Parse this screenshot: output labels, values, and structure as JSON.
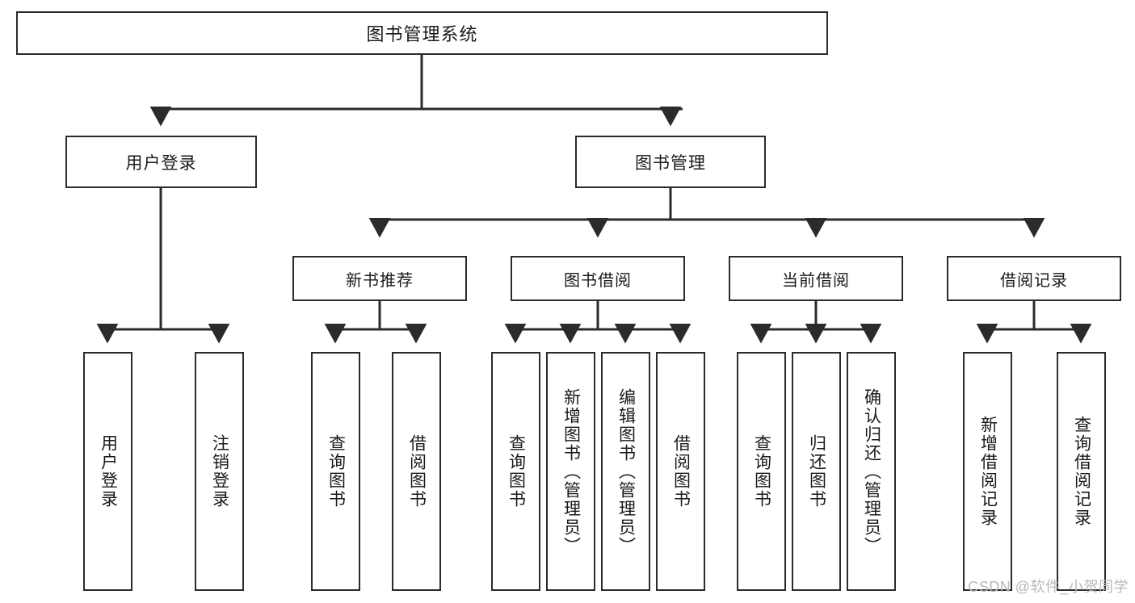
{
  "diagram": {
    "type": "hierarchy-tree",
    "title": "图书管理系统",
    "watermark": "CSDN @软件_小贺同学",
    "colors": {
      "box_border": "#2b2b2b",
      "box_fill": "#ffffff",
      "connector": "#2b2b2b",
      "text": "#1a1a1a",
      "watermark": "#b9b9b9"
    },
    "root": {
      "label": "图书管理系统"
    },
    "level2": [
      {
        "id": "user-login",
        "label": "用户登录"
      },
      {
        "id": "book-management",
        "label": "图书管理"
      }
    ],
    "level3": [
      {
        "id": "new-book-recommend",
        "label": "新书推荐"
      },
      {
        "id": "book-borrow",
        "label": "图书借阅"
      },
      {
        "id": "current-borrow",
        "label": "当前借阅"
      },
      {
        "id": "borrow-record",
        "label": "借阅记录"
      }
    ],
    "leaves": {
      "user_login": [
        {
          "id": "leaf-user-login",
          "label": "用户登录"
        },
        {
          "id": "leaf-logout-login",
          "label": "注销登录"
        }
      ],
      "new_book_recommend": [
        {
          "id": "leaf-query-book-1",
          "label": "查询图书"
        },
        {
          "id": "leaf-borrow-book-1",
          "label": "借阅图书"
        }
      ],
      "book_borrow": [
        {
          "id": "leaf-query-book-2",
          "label": "查询图书"
        },
        {
          "id": "leaf-add-book",
          "label": "新增图书（管理员）"
        },
        {
          "id": "leaf-edit-book",
          "label": "编辑图书（管理员）"
        },
        {
          "id": "leaf-borrow-book-2",
          "label": "借阅图书"
        }
      ],
      "current_borrow": [
        {
          "id": "leaf-query-book-3",
          "label": "查询图书"
        },
        {
          "id": "leaf-return-book",
          "label": "归还图书"
        },
        {
          "id": "leaf-confirm-return",
          "label": "确认归还（管理员）"
        }
      ],
      "borrow_record": [
        {
          "id": "leaf-add-record",
          "label": "新增借阅记录"
        },
        {
          "id": "leaf-query-record",
          "label": "查询借阅记录"
        }
      ]
    }
  }
}
